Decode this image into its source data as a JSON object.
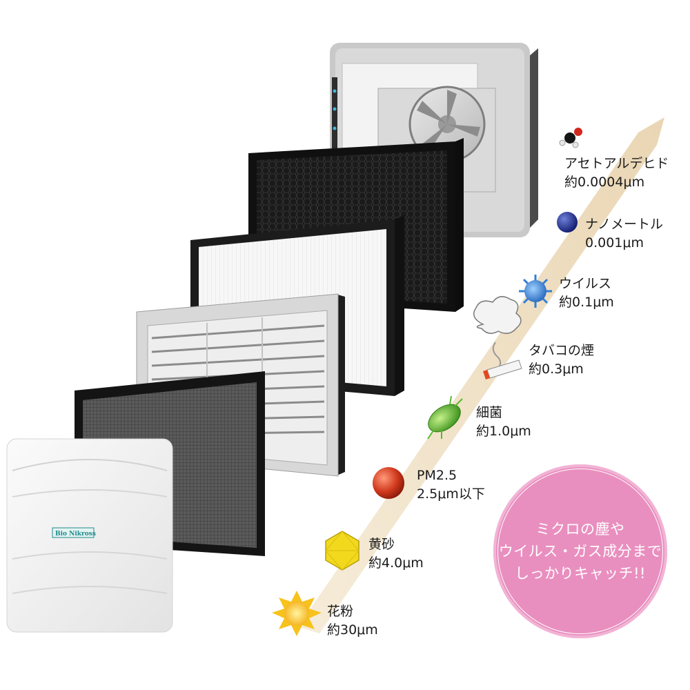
{
  "product": {
    "panel_brand": "Bio Nikross"
  },
  "particles": [
    {
      "icon": "acetaldehyde-molecule-icon",
      "name": "アセトアルデヒド",
      "size": "約0.0004μm"
    },
    {
      "icon": "nanometer-sphere-icon",
      "name": "ナノメートル",
      "size": "0.001μm"
    },
    {
      "icon": "virus-icon",
      "name": "ウイルス",
      "size": "約0.1μm"
    },
    {
      "icon": "cigarette-smoke-icon",
      "name": "タバコの煙",
      "size": "約0.3μm"
    },
    {
      "icon": "bacteria-icon",
      "name": "細菌",
      "size": "約1.0μm"
    },
    {
      "icon": "pm25-sphere-icon",
      "name": "PM2.5",
      "size": "2.5μm以下"
    },
    {
      "icon": "yellow-sand-crystal-icon",
      "name": "黄砂",
      "size": "約4.0μm"
    },
    {
      "icon": "pollen-icon",
      "name": "花粉",
      "size": "約30μm"
    }
  ],
  "callout": {
    "line1": "ミクロの塵や",
    "line2": "ウイルス・ガス成分まで",
    "line3": "しっかりキャッチ!!"
  },
  "colors": {
    "arrow": "#f1e3c8",
    "callout_bg": "#e98fbf",
    "virus": "#2f7fd6",
    "bacteria": "#5ab82e",
    "pm25": "#d23a1e",
    "sand": "#f2d91e",
    "pollen": "#f7c21c",
    "nano": "#1c2b8e"
  }
}
